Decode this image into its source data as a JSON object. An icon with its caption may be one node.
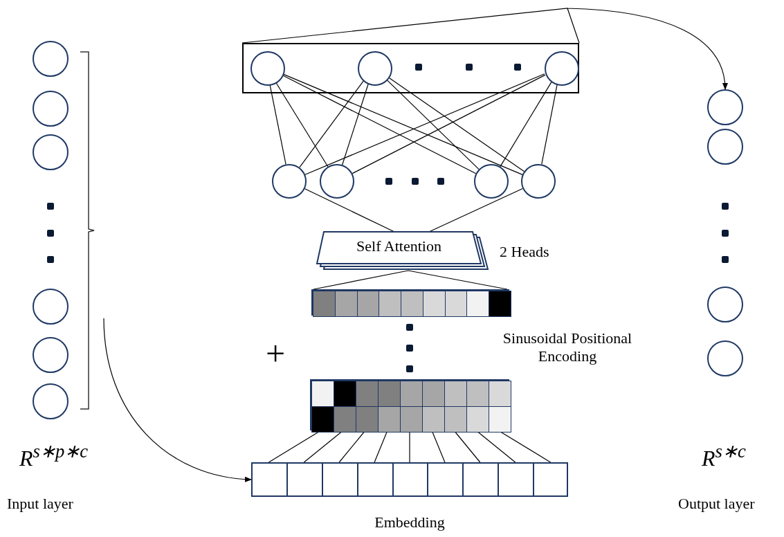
{
  "diagram": {
    "nodes": [
      {
        "text": [],
        "shape": "circle"
      },
      {
        "text": [],
        "shape": "circle"
      },
      {
        "text": [],
        "shape": "circle"
      },
      {
        "text": [],
        "shape": "circle"
      },
      {
        "text": [],
        "shape": "circle"
      },
      {
        "text": [],
        "shape": "circle"
      },
      {
        "text": [],
        "shape": "bracket"
      },
      {
        "text": [],
        "shape": "box"
      },
      {
        "text": [],
        "shape": "circle",
        "in": 7
      },
      {
        "text": [],
        "shape": "circle",
        "in": 7
      },
      {
        "text": [],
        "shape": "circle",
        "in": 7
      },
      {
        "text": [],
        "shape": "circle"
      },
      {
        "text": [],
        "shape": "circle"
      },
      {
        "text": [],
        "shape": "circle"
      },
      {
        "text": [],
        "shape": "circle"
      },
      {
        "text": [
          "Self Attention"
        ],
        "beside": [
          "2 Heads"
        ]
      },
      {
        "text": [],
        "shape": "bar"
      },
      {
        "text": [],
        "shape": "grid"
      },
      {
        "text": [
          "Embedding"
        ]
      },
      {
        "text": [],
        "shape": "circle"
      },
      {
        "text": [],
        "shape": "circle"
      },
      {
        "text": [],
        "shape": "circle"
      },
      {
        "text": [],
        "shape": "circle"
      }
    ],
    "edges": [
      {
        "from": 8,
        "to": 11,
        "arrow": "none"
      },
      {
        "from": 8,
        "to": 12,
        "arrow": "none"
      },
      {
        "from": 8,
        "to": 13,
        "arrow": "none"
      },
      {
        "from": 8,
        "to": 14,
        "arrow": "none"
      },
      {
        "from": 9,
        "to": 11,
        "arrow": "none"
      },
      {
        "from": 9,
        "to": 12,
        "arrow": "none"
      },
      {
        "from": 9,
        "to": 13,
        "arrow": "none"
      },
      {
        "from": 9,
        "to": 14,
        "arrow": "none"
      },
      {
        "from": 10,
        "to": 11,
        "arrow": "none"
      },
      {
        "from": 10,
        "to": 12,
        "arrow": "none"
      },
      {
        "from": 10,
        "to": 13,
        "arrow": "none"
      },
      {
        "from": 10,
        "to": 14,
        "arrow": "none"
      },
      {
        "from": 11,
        "to": 15,
        "arrow": "none"
      },
      {
        "from": 14,
        "to": 15,
        "arrow": "none"
      },
      {
        "from": 15,
        "to": 16,
        "arrow": "none"
      },
      {
        "from": 18,
        "to": 17,
        "arrow": "none"
      },
      {
        "from": 18,
        "to": 17,
        "arrow": "none"
      },
      {
        "from": 18,
        "to": 17,
        "arrow": "none"
      },
      {
        "from": 18,
        "to": 17,
        "arrow": "none"
      },
      {
        "from": 18,
        "to": 17,
        "arrow": "none"
      },
      {
        "from": 18,
        "to": 17,
        "arrow": "none"
      },
      {
        "from": 18,
        "to": 17,
        "arrow": "none"
      },
      {
        "from": 18,
        "to": 17,
        "arrow": "none"
      },
      {
        "from": 18,
        "to": 17,
        "arrow": "none"
      },
      {
        "from": 6,
        "to": 18,
        "arrow": "to"
      },
      {
        "from": 7,
        "to": 19,
        "arrow": "to"
      }
    ],
    "labels": [
      "Sinusoidal Positional Encoding",
      "+",
      "R$^{s∗p∗c}$",
      "R$^{s∗c}$",
      "Input layer",
      "Output layer"
    ]
  }
}
